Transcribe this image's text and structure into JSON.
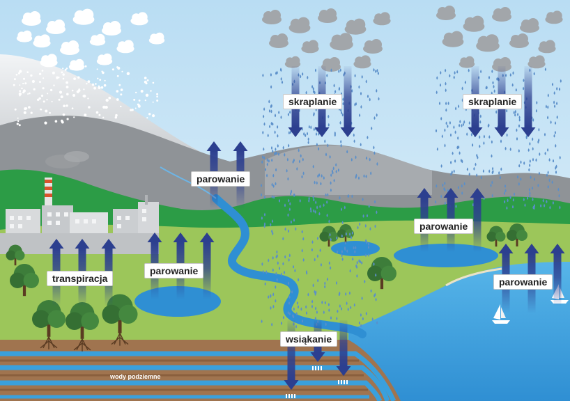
{
  "labels": {
    "skraplanie_left": "skraplanie",
    "skraplanie_right": "skraplanie",
    "parowanie_mountain": "parowanie",
    "parowanie_pond": "parowanie",
    "parowanie_lake": "parowanie",
    "parowanie_sea": "parowanie",
    "transpiracja": "transpiracja",
    "wsiakanie": "wsiąkanie",
    "wody_podziemne": "wody podziemne"
  },
  "colors": {
    "sky_top": "#bfe0f3",
    "sky_bottom": "#e3f1fa",
    "mountain_gray": "#8e9296",
    "hill_green": "#2c9c46",
    "meadow": "#9cc65a",
    "water": "#2f8fd3",
    "sea": "#4aa9e2",
    "soil": "#a0744f",
    "groundwater": "#3aa0dc",
    "arrow": "#2c3f8f",
    "rain_drop": "#5b8fc9",
    "cloud_gray": "#a2a6aa",
    "cloud_white": "#ffffff"
  },
  "icons": [
    "factory-icon",
    "tree-icon",
    "sailboat-icon",
    "cloud-icon",
    "raindrop-icon",
    "arrow-up-icon",
    "arrow-down-icon"
  ]
}
